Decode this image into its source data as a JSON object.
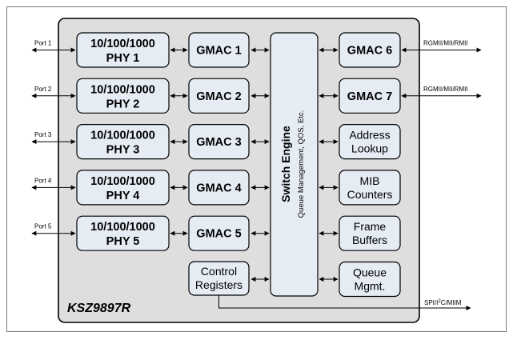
{
  "chip_name": "KSZ9897R",
  "switch_engine": {
    "title": "Switch Engine",
    "subtitle": "Queue Management, QOS, Etc."
  },
  "phys": [
    {
      "port": "Port 1",
      "line1": "10/100/1000",
      "line2": "PHY 1"
    },
    {
      "port": "Port 2",
      "line1": "10/100/1000",
      "line2": "PHY 2"
    },
    {
      "port": "Port 3",
      "line1": "10/100/1000",
      "line2": "PHY 3"
    },
    {
      "port": "Port 4",
      "line1": "10/100/1000",
      "line2": "PHY 4"
    },
    {
      "port": "Port 5",
      "line1": "10/100/1000",
      "line2": "PHY 5"
    }
  ],
  "gmacs_left": [
    "GMAC 1",
    "GMAC 2",
    "GMAC 3",
    "GMAC 4",
    "GMAC 5"
  ],
  "control": {
    "line1": "Control",
    "line2": "Registers"
  },
  "right_blocks": [
    {
      "line1": "GMAC 6",
      "line2": "",
      "ext": "RGMII/MII/RMII"
    },
    {
      "line1": "GMAC 7",
      "line2": "",
      "ext": "RGMII/MII/RMII"
    },
    {
      "line1": "Address",
      "line2": "Lookup",
      "ext": ""
    },
    {
      "line1": "MIB",
      "line2": "Counters",
      "ext": ""
    },
    {
      "line1": "Frame",
      "line2": "Buffers",
      "ext": ""
    },
    {
      "line1": "Queue",
      "line2": "Mgmt.",
      "ext": ""
    }
  ],
  "spi_label": {
    "pre": "SPI/I",
    "sup": "2",
    "post": "C/MIIM"
  }
}
